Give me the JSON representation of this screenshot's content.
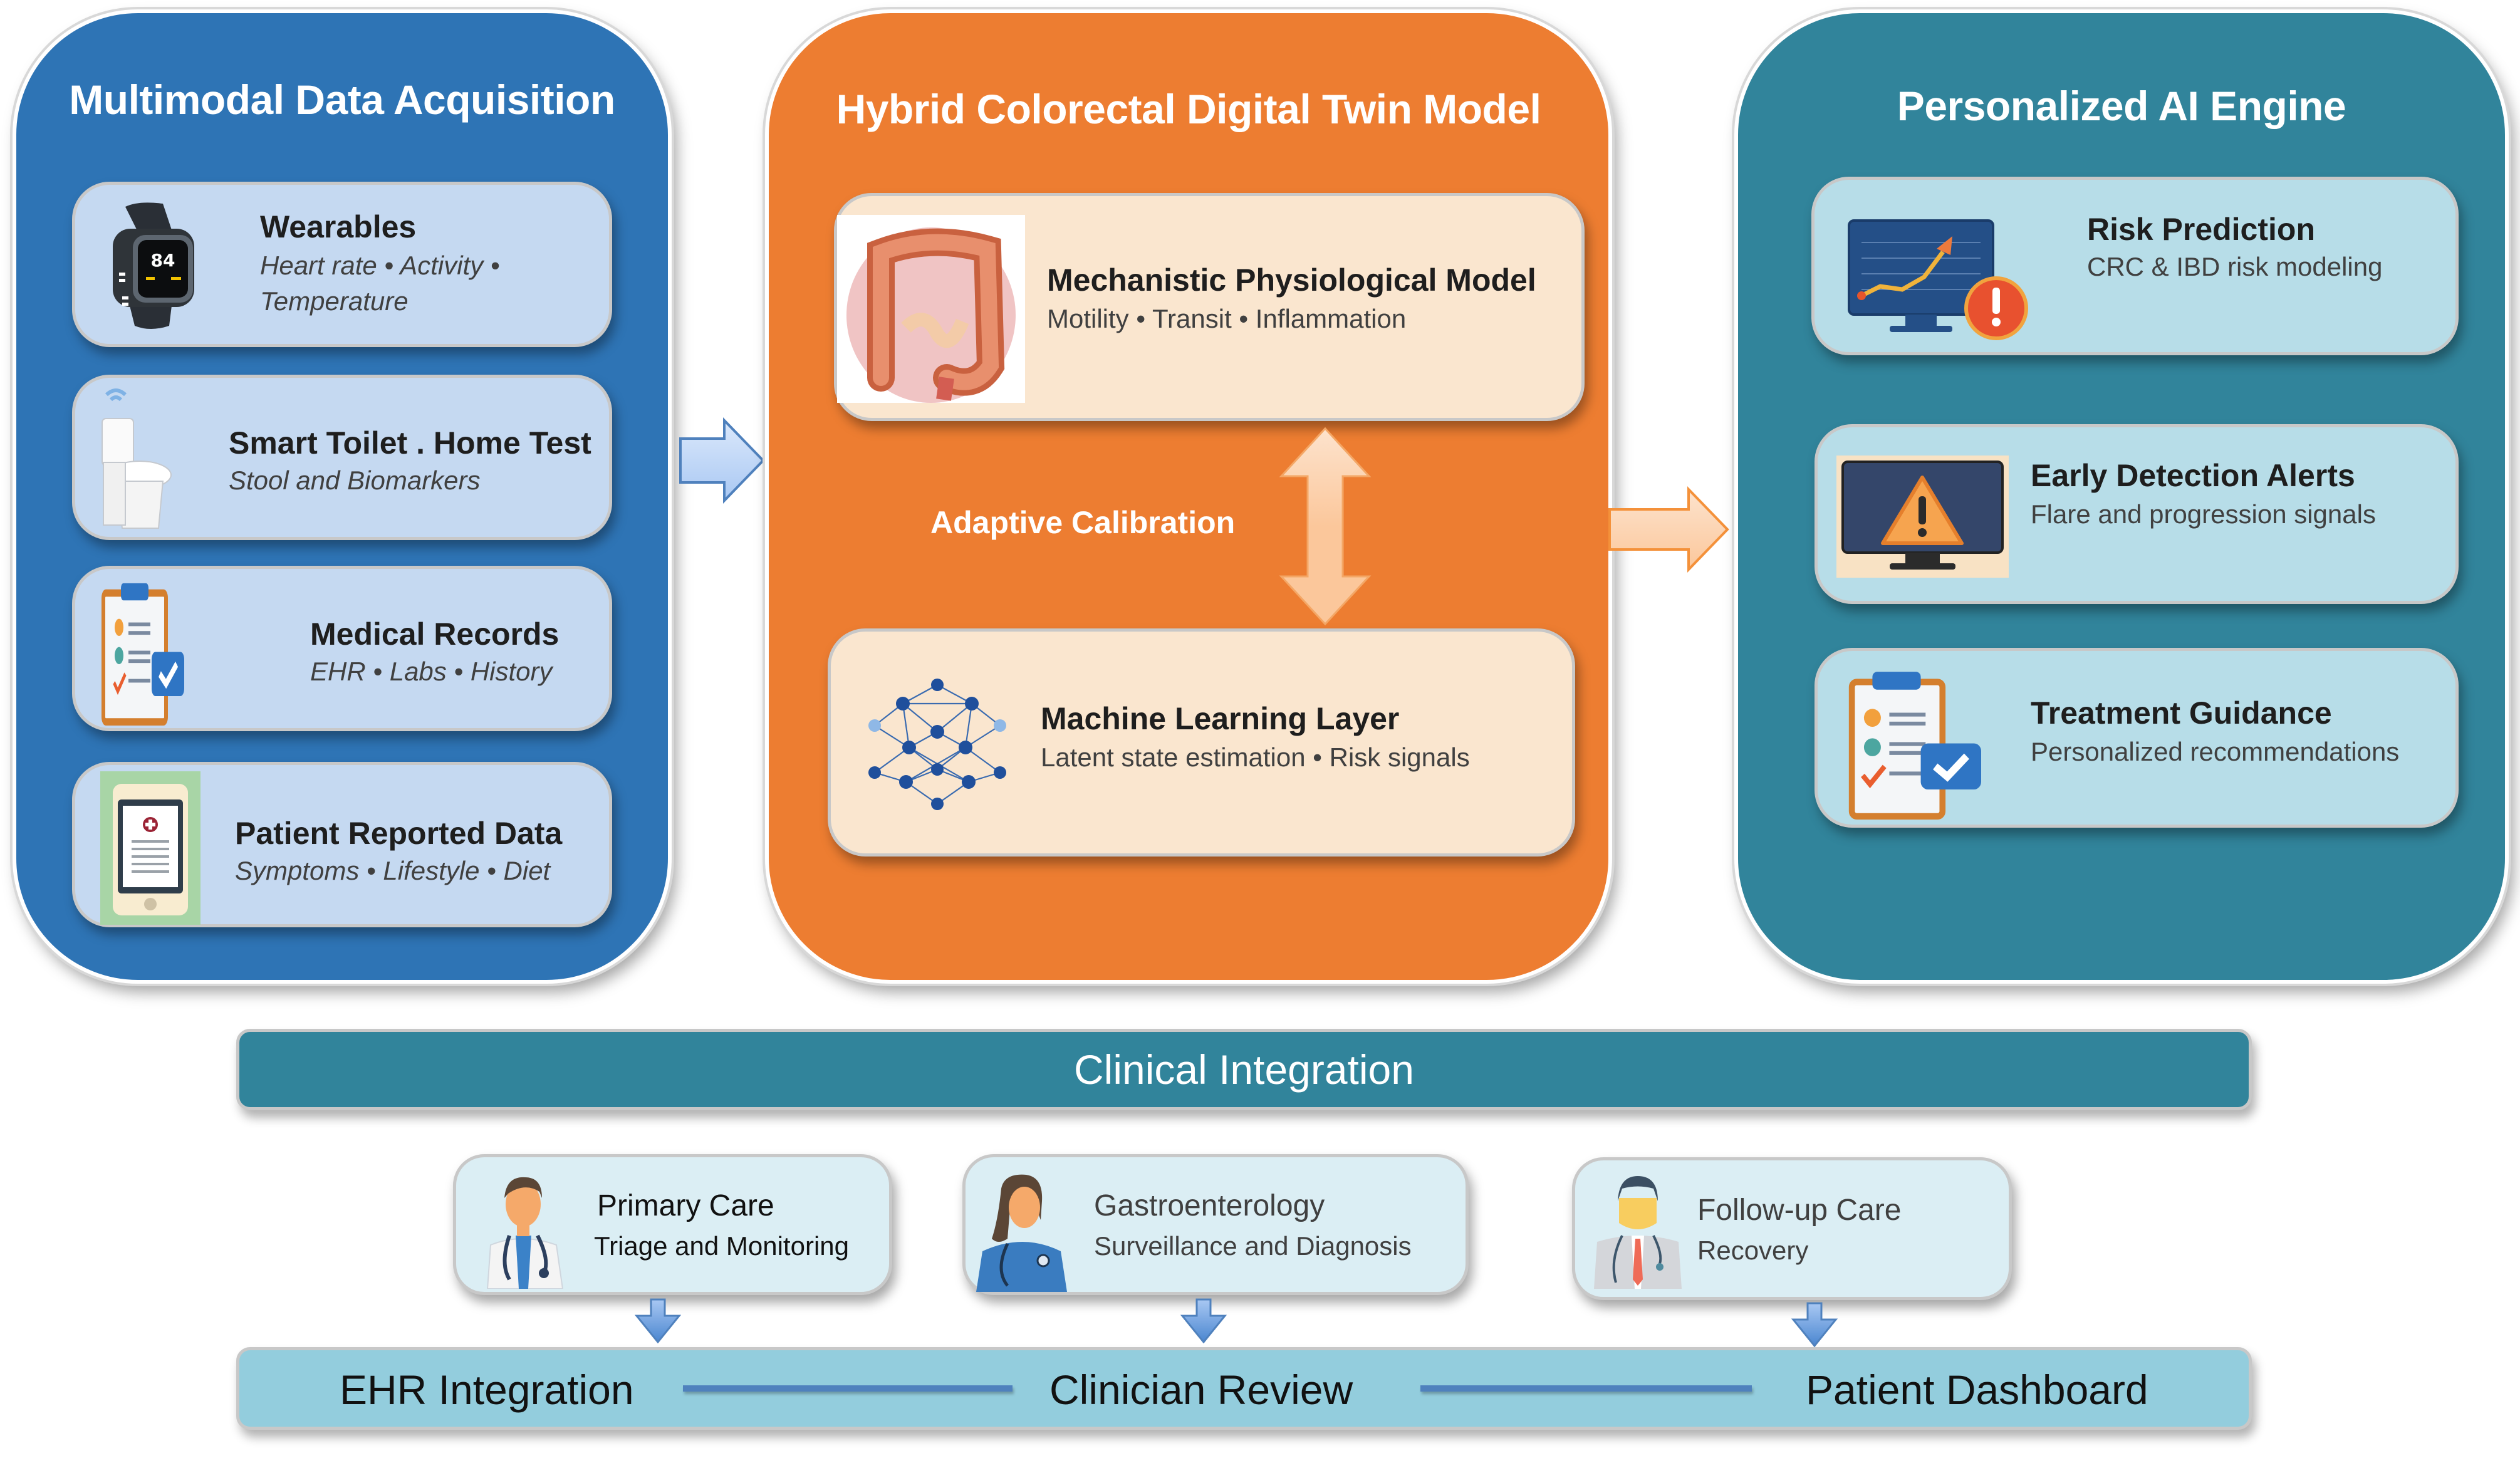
{
  "acquisition": {
    "title": "Multimodal Data Acquisition",
    "cards": [
      {
        "icon": "smartwatch-icon",
        "watch_value": "84",
        "title": "Wearables",
        "subtitle_line1": "Heart rate • Activity •",
        "subtitle_line2": "Temperature"
      },
      {
        "icon": "smart-toilet-icon",
        "title": "Smart Toilet . Home Test",
        "subtitle": "Stool and Biomarkers"
      },
      {
        "icon": "clipboard-checklist-icon",
        "title": "Medical Records",
        "subtitle": "EHR • Labs • History"
      },
      {
        "icon": "mobile-phone-medical-icon",
        "title": "Patient Reported Data",
        "subtitle": "Symptoms • Lifestyle • Diet"
      }
    ]
  },
  "digital_twin": {
    "title": "Hybrid Colorectal Digital Twin Model",
    "mechanistic": {
      "icon": "colon-anatomy-icon",
      "title": "Mechanistic Physiological Model",
      "subtitle": "Motility • Transit • Inflammation"
    },
    "calibration_label": "Adaptive Calibration",
    "ml_layer": {
      "icon": "neural-network-icon",
      "title": "Machine Learning Layer",
      "subtitle": "Latent state estimation • Risk signals"
    }
  },
  "ai_engine": {
    "title": "Personalized AI Engine",
    "cards": [
      {
        "icon": "risk-chart-monitor-icon",
        "title": "Risk Prediction",
        "subtitle": "CRC & IBD risk modeling"
      },
      {
        "icon": "warning-monitor-icon",
        "title": "Early Detection Alerts",
        "subtitle": "Flare and progression signals"
      },
      {
        "icon": "clipboard-checklist-icon",
        "title": "Treatment Guidance",
        "subtitle": "Personalized recommendations"
      }
    ]
  },
  "clinical_integration": {
    "title": "Clinical Integration",
    "roles": [
      {
        "icon": "male-doctor-icon",
        "title": "Primary Care",
        "subtitle": "Triage and Monitoring"
      },
      {
        "icon": "female-doctor-icon",
        "title": "Gastroenterology",
        "subtitle": "Surveillance and Diagnosis"
      },
      {
        "icon": "doctor-icon",
        "title": "Follow-up Care",
        "subtitle": "Recovery"
      }
    ],
    "outputs": [
      "EHR Integration",
      "Clinician Review",
      "Patient Dashboard"
    ]
  },
  "colors": {
    "acquisition_panel": "#2e74b5",
    "twin_panel": "#ed7d31",
    "ai_panel": "#31849b",
    "acquisition_card": "#c5d9f1",
    "twin_card": "#fae6cf",
    "ai_card": "#b7dde8",
    "clinical_band": "#31849b",
    "output_band": "#93cddd",
    "connector": "#4f81bd"
  }
}
